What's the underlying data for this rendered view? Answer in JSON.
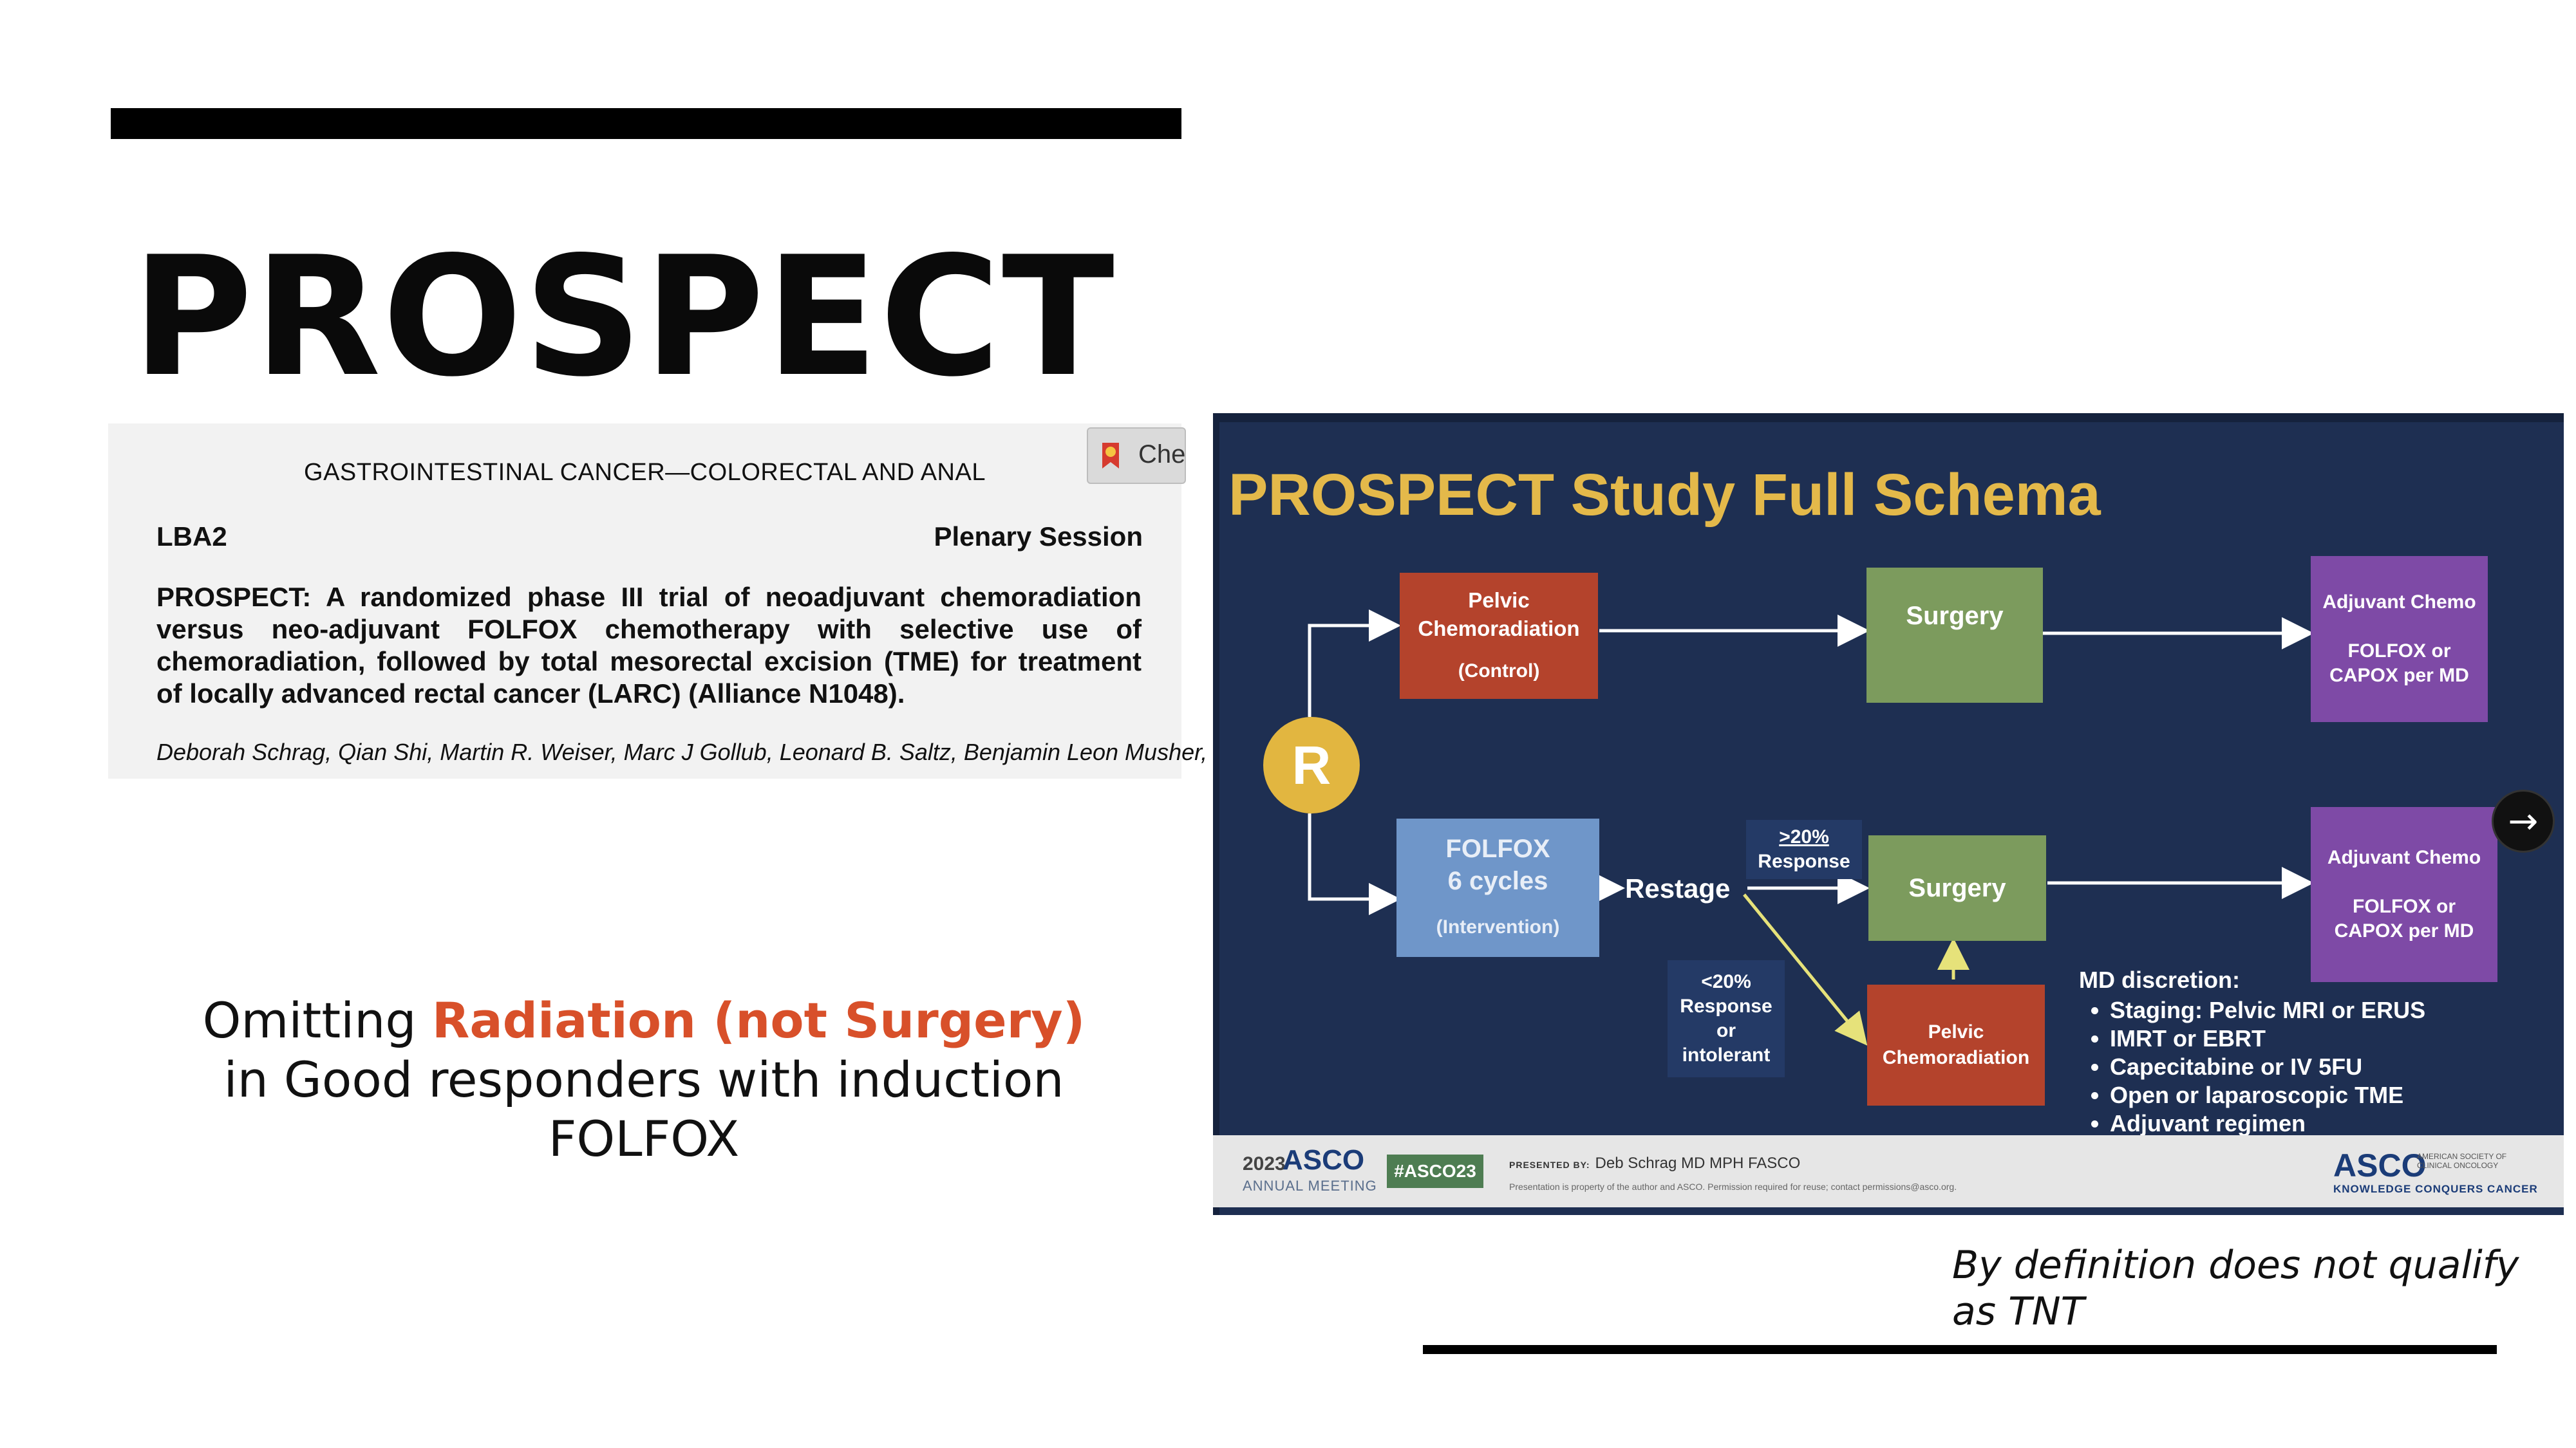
{
  "title": "PROSPECT",
  "abstract": {
    "section": "GASTROINTESTINAL CANCER—COLORECTAL AND ANAL",
    "check_label": "Chec",
    "abstract_id": "LBA2",
    "session": "Plenary Session",
    "heading": "PROSPECT: A randomized phase III trial of neoadjuvant chemoradiation versus neo-adjuvant FOLFOX chemotherapy with selective use of chemoradiation, followed by total mesorectal excision (TME) for treatment of locally advanced rectal cancer (LARC) (Alliance N1048).",
    "authors": "Deborah Schrag, Qian Shi, Martin R. Weiser, Marc J Gollub, Leonard B. Saltz, Benjamin Leon Musher,"
  },
  "caption": {
    "prefix": "Omitting ",
    "highlight": "Radiation (not Surgery)",
    "suffix": " in Good responders with induction FOLFOX",
    "highlight_color": "#d8502a"
  },
  "slide": {
    "title": "PROSPECT Study Full Schema",
    "randomize_label": "R",
    "control_arm": {
      "chemoradiation_line1": "Pelvic",
      "chemoradiation_line2": "Chemoradiation",
      "chemoradiation_line3": "(Control)",
      "surgery": "Surgery",
      "adjuvant_title": "Adjuvant Chemo",
      "adjuvant_line1": "FOLFOX or",
      "adjuvant_line2": "CAPOX per MD"
    },
    "intervention_arm": {
      "folfox_line1": "FOLFOX",
      "folfox_line2": "6 cycles",
      "folfox_line3": "(Intervention)",
      "restage": "Restage",
      "good_response_line1": ">20%",
      "good_response_line2": "Response",
      "poor_response_line1": "<20%",
      "poor_response_line2": "Response",
      "poor_response_line3": "or",
      "poor_response_line4": "intolerant",
      "surgery": "Surgery",
      "chemoradiation_line1": "Pelvic",
      "chemoradiation_line2": "Chemoradiation",
      "adjuvant_title": "Adjuvant Chemo",
      "adjuvant_line1": "FOLFOX or",
      "adjuvant_line2": "CAPOX per MD"
    },
    "md_discretion": {
      "title": "MD discretion:",
      "items": [
        "Staging: Pelvic MRI or ERUS",
        "IMRT or EBRT",
        "Capecitabine or IV 5FU",
        "Open or laparoscopic TME",
        "Adjuvant regimen"
      ]
    },
    "footer": {
      "year": "2023",
      "asco": "ASCO",
      "annual_meeting": "ANNUAL MEETING",
      "hashtag": "#ASCO23",
      "presented_by_label": "PRESENTED BY:",
      "presenter": "Deb Schrag MD MPH FASCO",
      "notice": "Presentation is property of the author and ASCO. Permission required for reuse; contact permissions@asco.org.",
      "logo": "ASCO",
      "logo_sub_line1": "AMERICAN SOCIETY OF",
      "logo_sub_line2": "CLINICAL ONCOLOGY",
      "tagline": "KNOWLEDGE CONQUERS CANCER"
    },
    "colors": {
      "background": "#1e2f52",
      "title": "#e4b94a",
      "chemoradiation": "#b4432c",
      "surgery": "#7c9b5d",
      "adjuvant": "#7e4aa6",
      "folfox": "#6f96c9",
      "randomize": "#e2b640",
      "poor_response_arrow": "#e6e27a"
    }
  },
  "next_icon": "arrow-right-icon",
  "note": "By definition does not qualify as TNT"
}
